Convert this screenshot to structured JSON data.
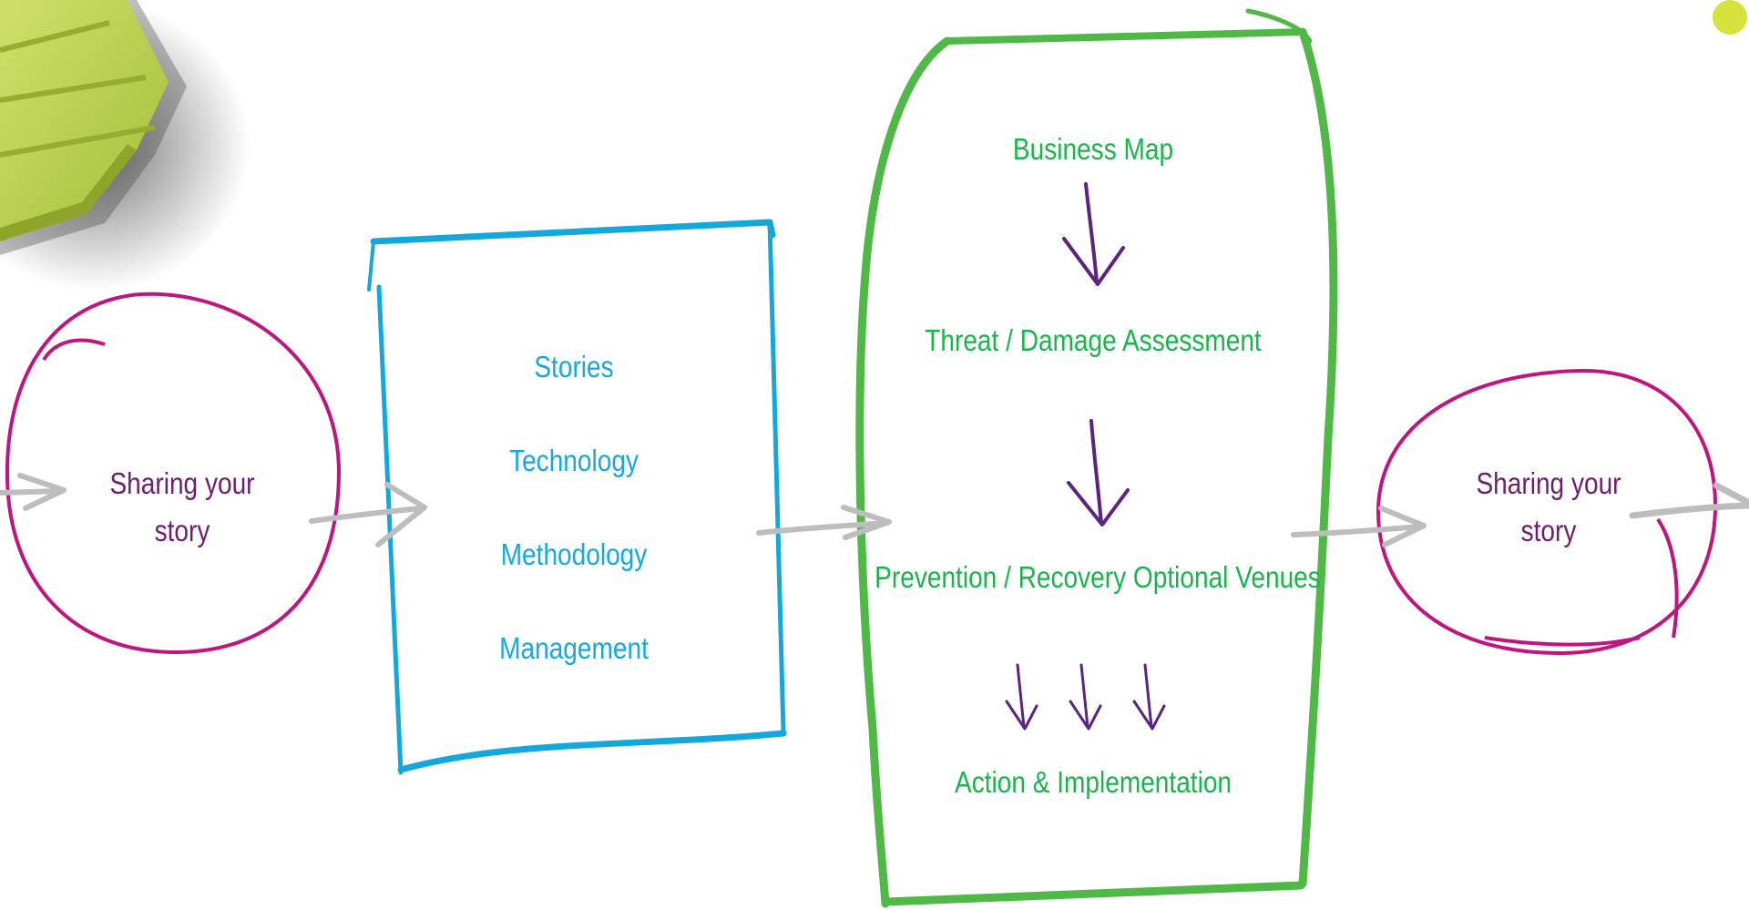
{
  "left_circle": {
    "line1": "Sharing your",
    "line2": "story"
  },
  "box_items": [
    "Stories",
    "Technology",
    "Methodology",
    "Management"
  ],
  "process": {
    "step1": "Business Map",
    "step2": "Threat / Damage Assessment",
    "step3": "Prevention / Recovery Optional Venues",
    "step4": "Action & Implementation"
  },
  "right_circle": {
    "line1": "Sharing your",
    "line2": "story"
  },
  "colors": {
    "circle": "#c0147e",
    "box": "#13a8dc",
    "frame": "#50b847",
    "text_purple": "#6d1f6e",
    "text_blue": "#16a9de",
    "text_green": "#19b54b",
    "arrow_gray": "#bdbdbd",
    "down_arrow": "#5c2380",
    "corner_shape": "#b6cc4b",
    "dot": "#d7e23c"
  }
}
